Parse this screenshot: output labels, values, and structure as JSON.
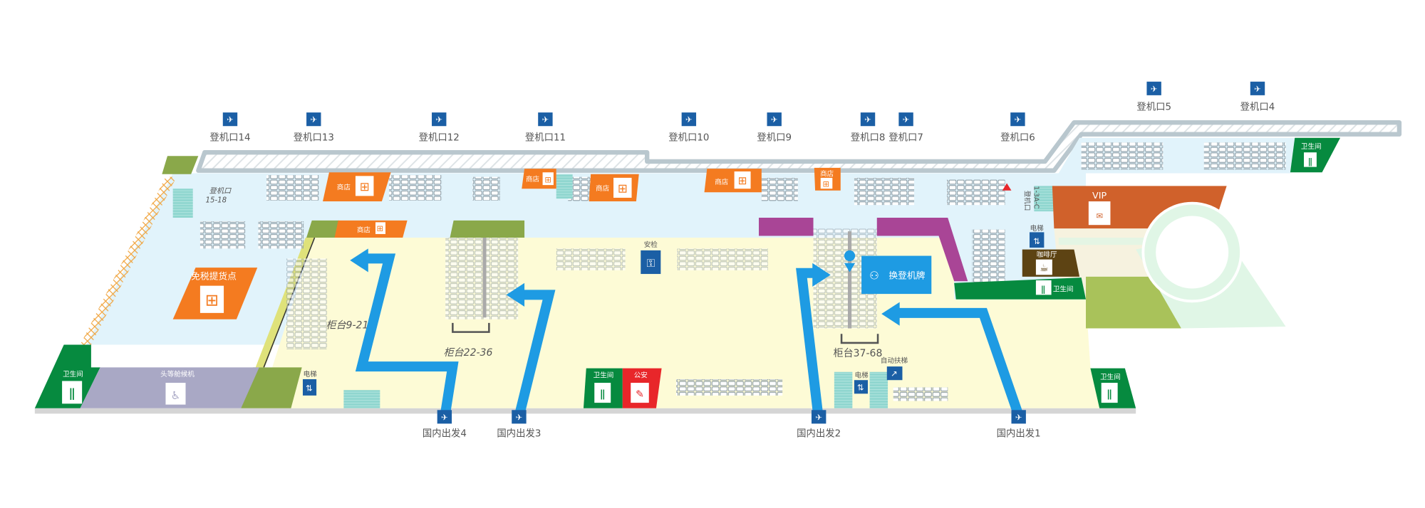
{
  "map": {
    "top_gates": [
      "登机口14",
      "登机口13",
      "登机口12",
      "登机口11",
      "登机口10",
      "登机口9",
      "登机口8",
      "登机口7",
      "登机口6",
      "登机口5",
      "登机口4"
    ],
    "departures": [
      "国内出发4",
      "国内出发3",
      "国内出发2",
      "国内出发1"
    ],
    "gate_15_18": {
      "line1": "登机口",
      "line2": "15-18"
    },
    "gate_1_3": {
      "line1": "登机口",
      "line2": "1-3A-C"
    },
    "shops": [
      "商店",
      "商店",
      "商店",
      "商店",
      "商店",
      "商店"
    ],
    "duty_free": "免税提货点",
    "counters": [
      "柜台9-21",
      "柜台22-36",
      "柜台37-68"
    ],
    "security": "安检",
    "transfer_sign": "换登机牌",
    "vip": "VIP",
    "coffee": "咖啡厅",
    "restrooms": [
      "卫生间",
      "卫生间",
      "卫生间",
      "卫生间",
      "卫生间"
    ],
    "first_class_lounge": "头等舱候机",
    "police": "公安",
    "elevators": [
      "电梯",
      "电梯",
      "电梯"
    ],
    "escalator": "自动扶梯",
    "colors": {
      "floor_blue": "#e1f3fb",
      "hall_yellow": "#fdfbd6",
      "shop_orange": "#f47b20",
      "arrow_blue": "#1e9be3",
      "restroom_green": "#068a3f",
      "olive": "#8aa84a",
      "purple": "#a94596",
      "vip": "#d0612b",
      "coffee": "#5d4313",
      "police_red": "#e8262a",
      "lounge": "#a9a8c5",
      "icon_blue": "#1b5fa5"
    },
    "icons": [
      "airplane-icon",
      "gift-icon",
      "restroom-icon",
      "elevator-icon",
      "escalator-icon",
      "security-icon",
      "coffee-icon",
      "vip-icon",
      "lounge-icon",
      "police-icon",
      "location-pin-icon",
      "check-in-icon"
    ]
  }
}
